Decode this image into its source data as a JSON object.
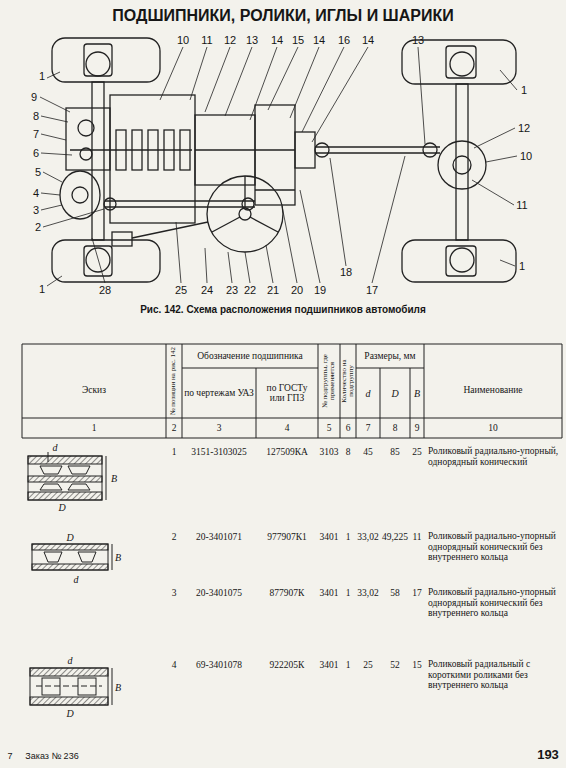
{
  "diagram": {
    "title": "ПОДШИПНИКИ, РОЛИКИ, ИГЛЫ И ШАРИКИ",
    "caption": "Рис. 142. Схема расположения подшипников автомобиля",
    "labels": [
      "10",
      "11",
      "12",
      "13",
      "14",
      "15",
      "14",
      "16",
      "14",
      "13",
      "1",
      "9",
      "8",
      "7",
      "6",
      "5",
      "4",
      "3",
      "2",
      "1",
      "1",
      "12",
      "10",
      "11",
      "1",
      "28",
      "25",
      "24",
      "23",
      "22",
      "21",
      "20",
      "19",
      "18",
      "17",
      "Эскиз",
      "№ позиции на рис. 142",
      "Обозначение подшипника",
      "по чертежам УАЗ",
      "по ГОСТу или ГПЗ",
      "№ подгруппы, где применяется",
      "Количество на подгруппу",
      "Размеры, мм",
      "d",
      "D",
      "B",
      "Наименование",
      "1",
      "2",
      "3",
      "4",
      "5",
      "6",
      "7",
      "8",
      "9",
      "10",
      "1",
      "3151-3103025",
      "127509КА",
      "3103",
      "8",
      "45",
      "85",
      "25",
      "Роликовый радиально-упорный, однорядный конический",
      "d",
      "B",
      "D",
      "2",
      "20-3401071",
      "977907К1",
      "3401",
      "1",
      "33,02",
      "49,225",
      "11",
      "Роликовый радиально-упорный однорядный конический без внутреннего кольца",
      "D",
      "B",
      "d",
      "3",
      "20-3401075",
      "877907К",
      "3401",
      "1",
      "33,02",
      "58",
      "17",
      "Роликовый радиально-упорный однорядный конический без внутреннего кольца",
      "4",
      "69-3401078",
      "922205К",
      "3401",
      "1",
      "25",
      "52",
      "15",
      "Роликовый радиальный с короткими роликами без внутреннего кольца",
      "d",
      "B",
      "D",
      "7",
      "Заказ № 236",
      "193"
    ]
  }
}
